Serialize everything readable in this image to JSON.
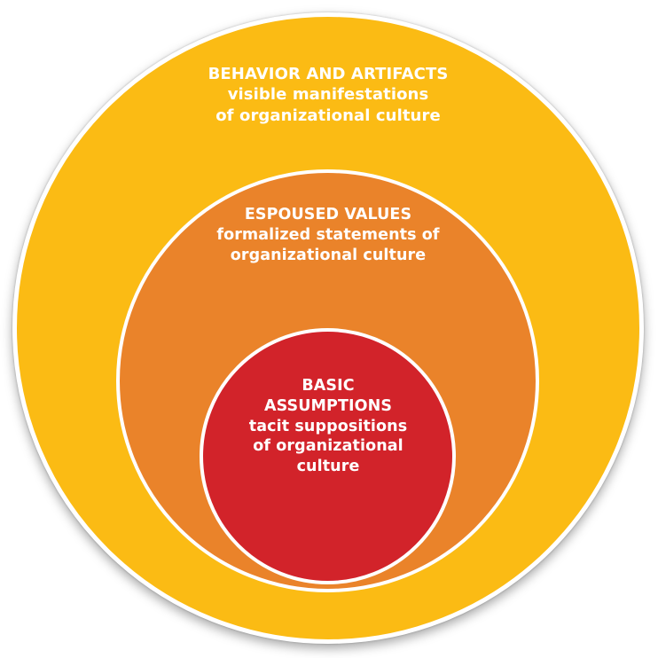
{
  "colors": {
    "outer": "#fbbb14",
    "middle": "#ea832a",
    "inner": "#d2232a",
    "border": "#ffffff",
    "text": "#ffffff"
  },
  "layers": {
    "outer": {
      "title": "BEHAVIOR AND ARTIFACTS",
      "lines": [
        "visible manifestations",
        "of organizational culture"
      ]
    },
    "middle": {
      "title": "ESPOUSED VALUES",
      "lines": [
        "formalized statements of",
        "organizational culture"
      ]
    },
    "inner": {
      "title_lines": [
        "BASIC",
        "ASSUMPTIONS"
      ],
      "lines": [
        "tacit suppositions",
        "of organizational",
        "culture"
      ]
    }
  }
}
